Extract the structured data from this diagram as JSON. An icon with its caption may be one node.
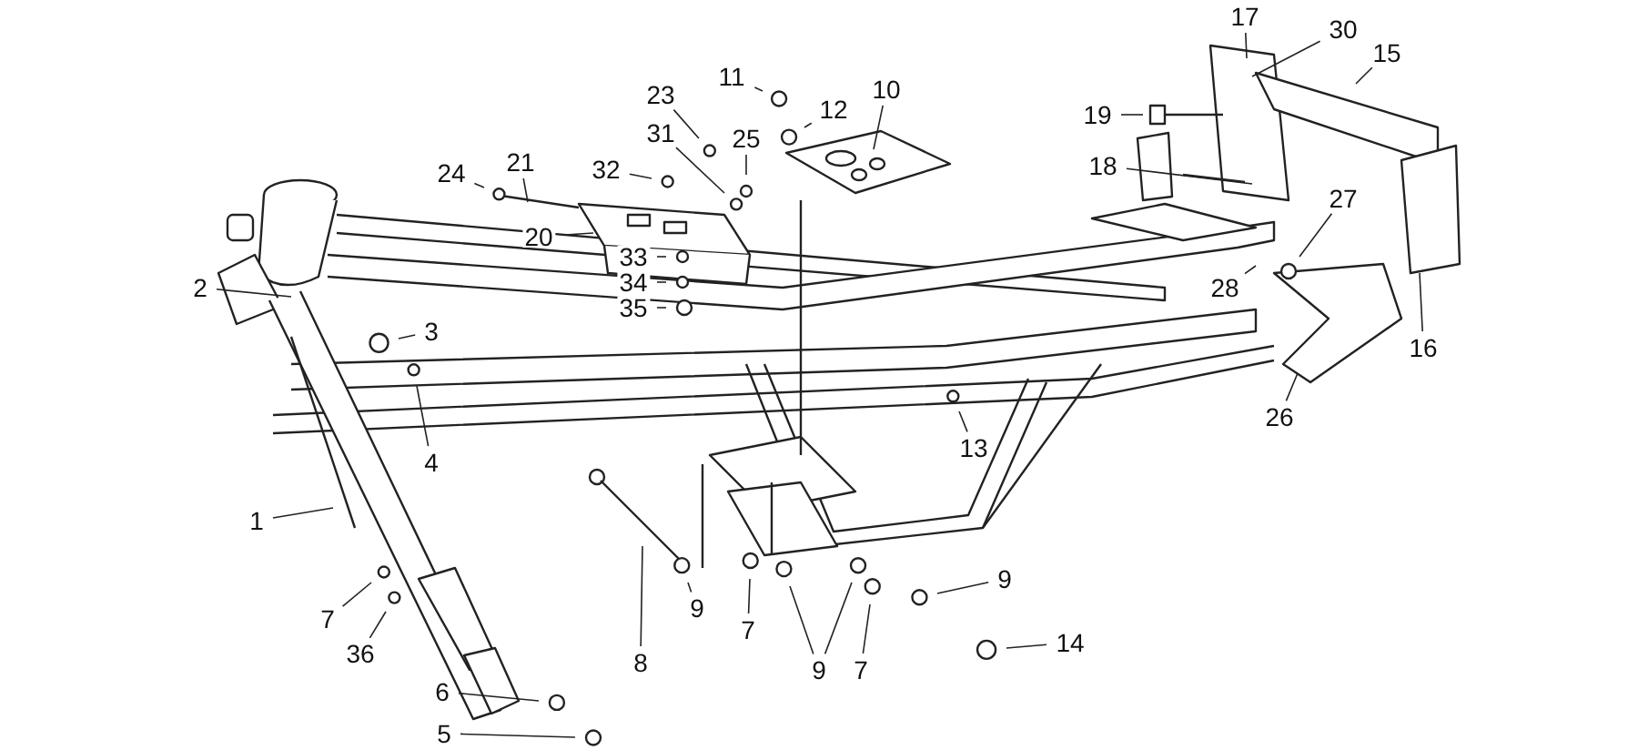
{
  "diagram": {
    "nodes": [
      {
        "text": [
          "17"
        ]
      },
      {
        "text": [
          "30"
        ]
      },
      {
        "text": [
          "15"
        ]
      },
      {
        "text": [
          "11"
        ]
      },
      {
        "text": [
          "12"
        ]
      },
      {
        "text": [
          "10"
        ]
      },
      {
        "text": [
          "23"
        ]
      },
      {
        "text": [
          "19"
        ]
      },
      {
        "text": [
          "31"
        ]
      },
      {
        "text": [
          "25"
        ]
      },
      {
        "text": [
          "32"
        ]
      },
      {
        "text": [
          "24"
        ]
      },
      {
        "text": [
          "21"
        ]
      },
      {
        "text": [
          "18"
        ]
      },
      {
        "text": [
          "27"
        ]
      },
      {
        "text": [
          "20"
        ]
      },
      {
        "text": [
          "33"
        ]
      },
      {
        "text": [
          "34"
        ]
      },
      {
        "text": [
          "35"
        ]
      },
      {
        "text": [
          "28"
        ]
      },
      {
        "text": [
          "2"
        ]
      },
      {
        "text": [
          "3"
        ]
      },
      {
        "text": [
          "16"
        ]
      },
      {
        "text": [
          "26"
        ]
      },
      {
        "text": [
          "4"
        ]
      },
      {
        "text": [
          "13"
        ]
      },
      {
        "text": [
          "1"
        ]
      },
      {
        "text": [
          "7"
        ]
      },
      {
        "text": [
          "9"
        ]
      },
      {
        "text": [
          "9"
        ]
      },
      {
        "text": [
          "36"
        ]
      },
      {
        "text": [
          "8"
        ]
      },
      {
        "text": [
          "7"
        ]
      },
      {
        "text": [
          "9"
        ]
      },
      {
        "text": [
          "7"
        ]
      },
      {
        "text": [
          "14"
        ]
      },
      {
        "text": [
          "6"
        ]
      },
      {
        "text": [
          "5"
        ]
      }
    ],
    "edges": [
      {
        "from": 0,
        "to": null,
        "arrow": "none"
      },
      {
        "from": 1,
        "to": null,
        "arrow": "none"
      },
      {
        "from": 2,
        "to": null,
        "arrow": "none"
      },
      {
        "from": 3,
        "to": null,
        "arrow": "none"
      },
      {
        "from": 4,
        "to": null,
        "arrow": "none"
      },
      {
        "from": 5,
        "to": null,
        "arrow": "none"
      },
      {
        "from": 6,
        "to": null,
        "arrow": "none"
      },
      {
        "from": 7,
        "to": null,
        "arrow": "none"
      },
      {
        "from": 8,
        "to": null,
        "arrow": "none"
      },
      {
        "from": 9,
        "to": null,
        "arrow": "none"
      },
      {
        "from": 10,
        "to": null,
        "arrow": "none"
      },
      {
        "from": 11,
        "to": null,
        "arrow": "none"
      },
      {
        "from": 12,
        "to": null,
        "arrow": "none"
      },
      {
        "from": 13,
        "to": null,
        "arrow": "none"
      },
      {
        "from": 14,
        "to": null,
        "arrow": "none"
      },
      {
        "from": 15,
        "to": null,
        "arrow": "none"
      },
      {
        "from": 16,
        "to": null,
        "arrow": "none"
      },
      {
        "from": 17,
        "to": null,
        "arrow": "none"
      },
      {
        "from": 18,
        "to": null,
        "arrow": "none"
      },
      {
        "from": 19,
        "to": null,
        "arrow": "none"
      },
      {
        "from": 20,
        "to": null,
        "arrow": "none"
      },
      {
        "from": 21,
        "to": null,
        "arrow": "none"
      },
      {
        "from": 22,
        "to": null,
        "arrow": "none"
      },
      {
        "from": 23,
        "to": null,
        "arrow": "none"
      },
      {
        "from": 24,
        "to": null,
        "arrow": "none"
      },
      {
        "from": 25,
        "to": null,
        "arrow": "none"
      },
      {
        "from": 26,
        "to": null,
        "arrow": "none"
      },
      {
        "from": 27,
        "to": null,
        "arrow": "none"
      },
      {
        "from": 28,
        "to": null,
        "arrow": "none"
      },
      {
        "from": 29,
        "to": null,
        "arrow": "none"
      },
      {
        "from": 30,
        "to": null,
        "arrow": "none"
      },
      {
        "from": 31,
        "to": null,
        "arrow": "none"
      },
      {
        "from": 32,
        "to": null,
        "arrow": "none"
      },
      {
        "from": 33,
        "to": null,
        "arrow": "none"
      },
      {
        "from": 33,
        "to": null,
        "arrow": "none"
      },
      {
        "from": 34,
        "to": null,
        "arrow": "none"
      },
      {
        "from": 35,
        "to": null,
        "arrow": "none"
      },
      {
        "from": 36,
        "to": null,
        "arrow": "none"
      },
      {
        "from": 37,
        "to": null,
        "arrow": "none"
      }
    ]
  }
}
